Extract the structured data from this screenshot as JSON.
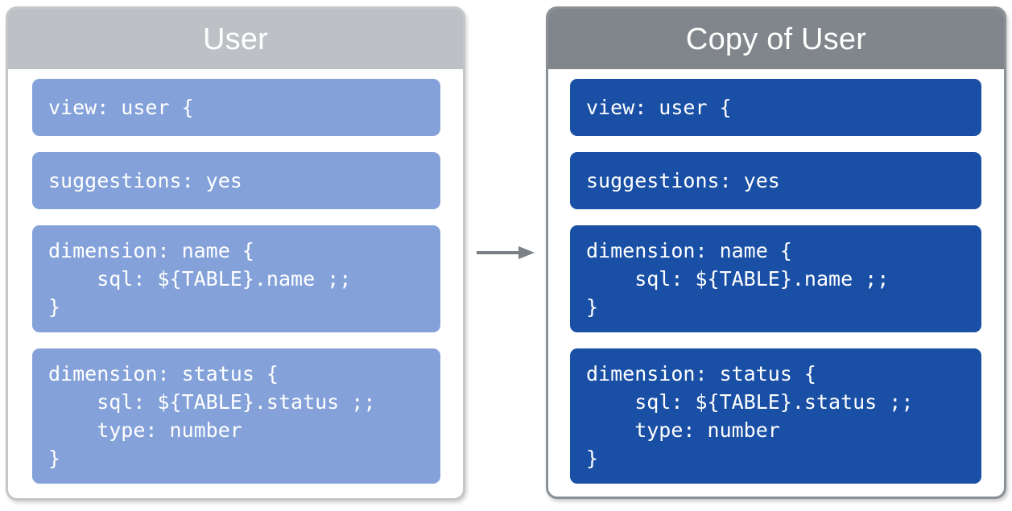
{
  "diagram": {
    "type": "before-after-copy",
    "arrow": {
      "name": "right-arrow",
      "direction": "right",
      "color": "#7a8086"
    }
  },
  "panels": [
    {
      "id": "user",
      "title": "User",
      "header_color": "#bdc1c6",
      "block_color": "#84a2d9",
      "border_color": "#c3c7ca",
      "blocks": [
        {
          "name": "view-declaration",
          "code": "view: user {"
        },
        {
          "name": "suggestions-parameter",
          "code": "suggestions: yes"
        },
        {
          "name": "dimension-name",
          "code": "dimension: name {\n    sql: ${TABLE}.name ;;\n}"
        },
        {
          "name": "dimension-status",
          "code": "dimension: status {\n    sql: ${TABLE}.status ;;\n    type: number\n}"
        }
      ]
    },
    {
      "id": "copy-of-user",
      "title": "Copy of User",
      "header_color": "#80868b",
      "block_color": "#1a4fa6",
      "border_color": "#8b9095",
      "blocks": [
        {
          "name": "view-declaration",
          "code": "view: user {"
        },
        {
          "name": "suggestions-parameter",
          "code": "suggestions: yes"
        },
        {
          "name": "dimension-name",
          "code": "dimension: name {\n    sql: ${TABLE}.name ;;\n}"
        },
        {
          "name": "dimension-status",
          "code": "dimension: status {\n    sql: ${TABLE}.status ;;\n    type: number\n}"
        }
      ]
    }
  ]
}
